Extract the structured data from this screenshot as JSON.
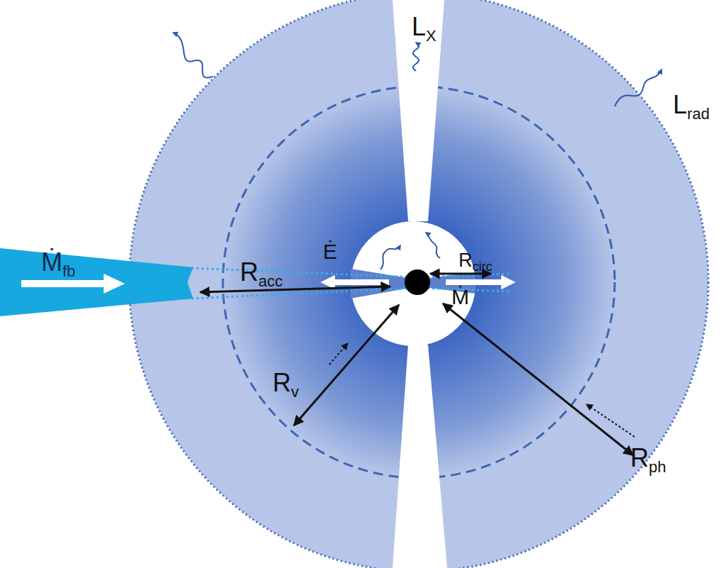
{
  "diagram": {
    "nodes": [
      {
        "text": [
          "Ṁfb"
        ]
      }
    ],
    "labels": [
      "LX",
      "Lrad",
      "Racc",
      "Ė",
      "Rcirc",
      "Ṁ",
      "Rv",
      "Rph"
    ]
  }
}
